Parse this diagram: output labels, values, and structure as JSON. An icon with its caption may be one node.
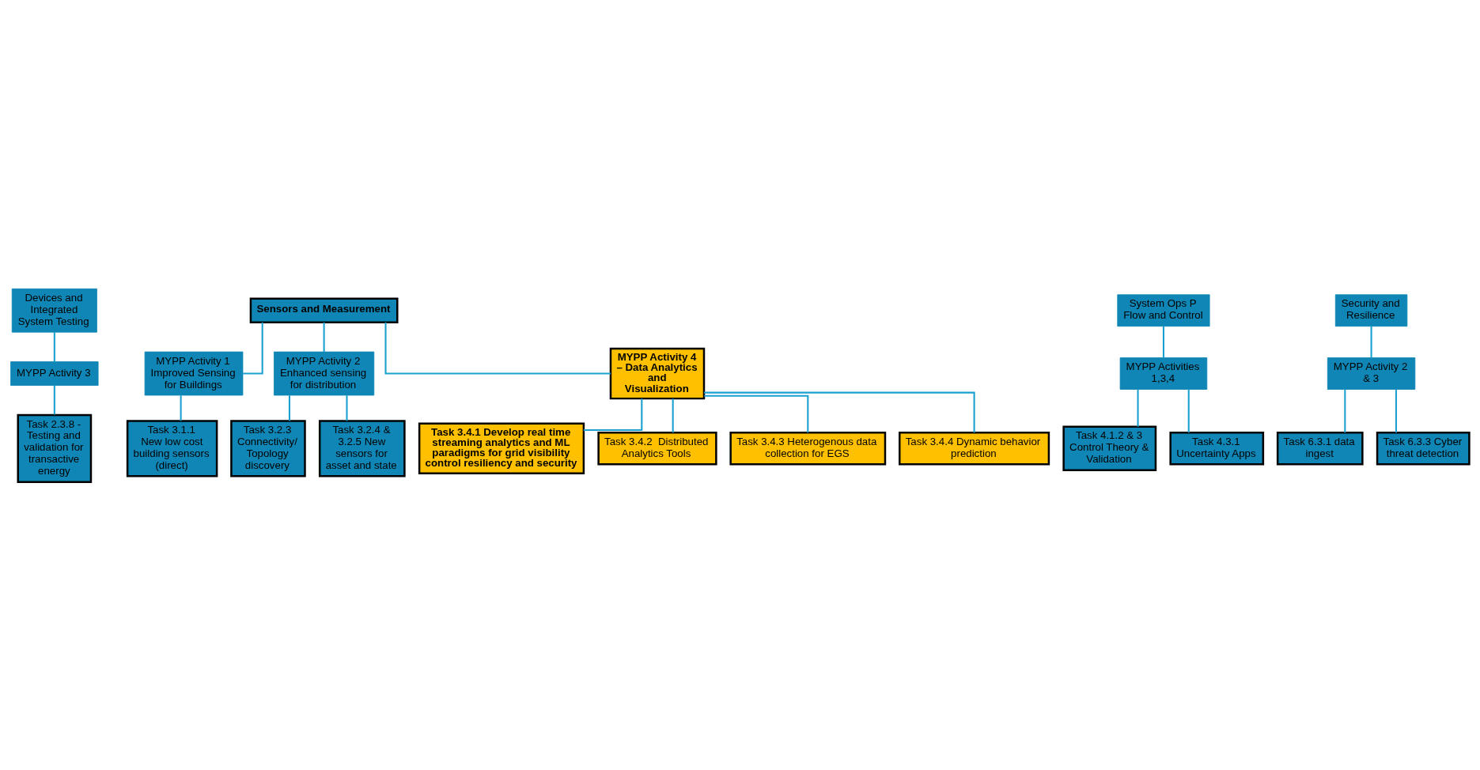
{
  "diagram": {
    "nodes": [
      {
        "text": [
          "Devices and Integrated System Testing"
        ]
      },
      {
        "text": [
          "MYPP Activity 3"
        ]
      },
      {
        "text": [
          "Task 2.3.8 - Testing and validation for transactive energy"
        ]
      },
      {
        "text": [
          "Sensors and Measurement"
        ]
      },
      {
        "text": [
          "MYPP Activity 1 Improved Sensing for Buildings"
        ]
      },
      {
        "text": [
          "MYPP Activity 2 Enhanced sensing for distribution"
        ]
      },
      {
        "text": [
          "MYPP Activity 4 – Data Analytics and Visualization"
        ]
      },
      {
        "text": [
          "Task 3.1.1",
          "New low cost building sensors (direct)"
        ]
      },
      {
        "text": [
          "Task 3.2.3 Connectivity/ Topology discovery"
        ]
      },
      {
        "text": [
          "Task 3.2.4 & 3.2.5 New sensors for asset and state"
        ]
      },
      {
        "text": [
          "Task 3.4.1 Develop real time streaming analytics and ML paradigms for grid visibility control resiliency and security"
        ]
      },
      {
        "text": [
          "Task 3.4.2  Distributed Analytics Tools"
        ]
      },
      {
        "text": [
          "Task 3.4.3 Heterogenous data collection for EGS"
        ]
      },
      {
        "text": [
          "Task 3.4.4 Dynamic behavior prediction"
        ]
      },
      {
        "text": [
          "System Ops P Flow and Control"
        ]
      },
      {
        "text": [
          "MYPP Activities 1,3,4"
        ]
      },
      {
        "text": [
          "Task 4.1.2 & 3 Control Theory & Validation"
        ]
      },
      {
        "text": [
          "Task 4.3.1 Uncertainty Apps"
        ]
      },
      {
        "text": [
          "Security and Resilience"
        ]
      },
      {
        "text": [
          "MYPP Activity 2 & 3"
        ]
      },
      {
        "text": [
          "Task 6.3.1 data ingest"
        ]
      },
      {
        "text": [
          "Task 6.3.3 Cyber threat detection"
        ]
      }
    ],
    "edges": [
      {
        "from": 0,
        "to": 1,
        "arrow": "none"
      },
      {
        "from": 1,
        "to": 2,
        "arrow": "none"
      },
      {
        "from": 3,
        "to": 4,
        "arrow": "none"
      },
      {
        "from": 3,
        "to": 5,
        "arrow": "none"
      },
      {
        "from": 3,
        "to": 6,
        "arrow": "none"
      },
      {
        "from": 4,
        "to": 7,
        "arrow": "none"
      },
      {
        "from": 5,
        "to": 8,
        "arrow": "none"
      },
      {
        "from": 5,
        "to": 9,
        "arrow": "none"
      },
      {
        "from": 6,
        "to": 10,
        "arrow": "none"
      },
      {
        "from": 6,
        "to": 11,
        "arrow": "none"
      },
      {
        "from": 6,
        "to": 12,
        "arrow": "none"
      },
      {
        "from": 6,
        "to": 13,
        "arrow": "none"
      },
      {
        "from": 14,
        "to": 15,
        "arrow": "none"
      },
      {
        "from": 15,
        "to": 16,
        "arrow": "none"
      },
      {
        "from": 15,
        "to": 17,
        "arrow": "none"
      },
      {
        "from": 18,
        "to": 19,
        "arrow": "none"
      },
      {
        "from": 19,
        "to": 20,
        "arrow": "none"
      },
      {
        "from": 19,
        "to": 21,
        "arrow": "none"
      }
    ]
  }
}
